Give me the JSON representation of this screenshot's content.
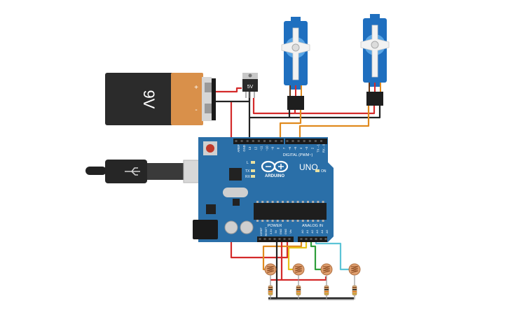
{
  "battery": {
    "label": "9V",
    "plus": "+",
    "minus": "-"
  },
  "regulator": {
    "label": "5V"
  },
  "board": {
    "brand": "ARDUINO",
    "model": "UNO",
    "on_label": "ON",
    "tx_label": "TX",
    "rx_label": "RX",
    "l_label": "L",
    "digital_header": "DIGITAL (PWM~)",
    "power_header": "POWER",
    "analog_header": "ANALOG IN",
    "digital_pins": [
      "AREF",
      "GND",
      "13",
      "12",
      "~11",
      "~10",
      "~9",
      "8",
      "7",
      "~6",
      "~5",
      "4",
      "~3",
      "2",
      "TX→1",
      "RX←0"
    ],
    "power_pins": [
      "IOREF",
      "RESET",
      "3.3V",
      "5V",
      "GND",
      "GND",
      "Vin"
    ],
    "analog_pins": [
      "A0",
      "A1",
      "A2",
      "A3",
      "A4",
      "A5"
    ]
  },
  "colors": {
    "board": "#2a6fa8",
    "servo": "#1f6fbf",
    "battery_body": "#2b2b2b",
    "battery_cap": "#d9904a",
    "wire_red": "#d42a2a",
    "wire_black": "#222222",
    "wire_orange": "#e08a1e",
    "wire_yellow": "#e6c21a",
    "wire_green": "#2e9e3a",
    "wire_cyan": "#5cc4d6"
  },
  "icons": [
    "usb-cable-icon",
    "infinity-logo-icon",
    "servo-horn-icon",
    "photoresistor-icon",
    "resistor-icon"
  ]
}
